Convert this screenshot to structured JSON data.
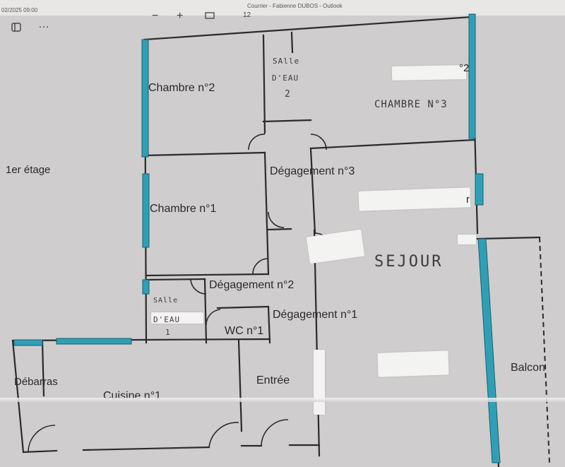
{
  "window": {
    "datetime": "02/2025 09:00",
    "title": "Courrier - Fabienne DUBOS - Outlook"
  },
  "toolbar": {
    "sidebar_icon": "sidebar-toggle-icon",
    "more_icon": "…",
    "zoom_out_icon": "−",
    "zoom_in_icon": "+",
    "zoom_value": "12"
  },
  "floor": {
    "level_label": "1er étage"
  },
  "rooms": {
    "chambre_2": "Chambre n°2",
    "salle_eau_2_line1": "SAlle",
    "salle_eau_2_line2": "D'EAU",
    "salle_eau_2_line3": "2",
    "chambre_3_hand": "CHAMBRE N°3",
    "chambre_3_suffix": "°2",
    "degagement_3": "Dégagement n°3",
    "chambre_1": "Chambre n°1",
    "sejour": "SEJOUR",
    "sejour_suffix": "r",
    "degagement_2": "Dégagement n°2",
    "salle_eau_1_line1": "SAlle",
    "salle_eau_1_line2": "D'EAU",
    "salle_eau_1_line3": "1",
    "wc": "WC n°1",
    "degagement_1": "Dégagement n°1",
    "debarras": "Débarras",
    "cuisine": "Cuisine n°1",
    "entree": "Entrée",
    "balcon": "Balcon"
  },
  "colors": {
    "paper": "#cfcdcd",
    "wall": "#2b2b2b",
    "window": "#2f9fb6",
    "tape": "#f3f3f2"
  }
}
